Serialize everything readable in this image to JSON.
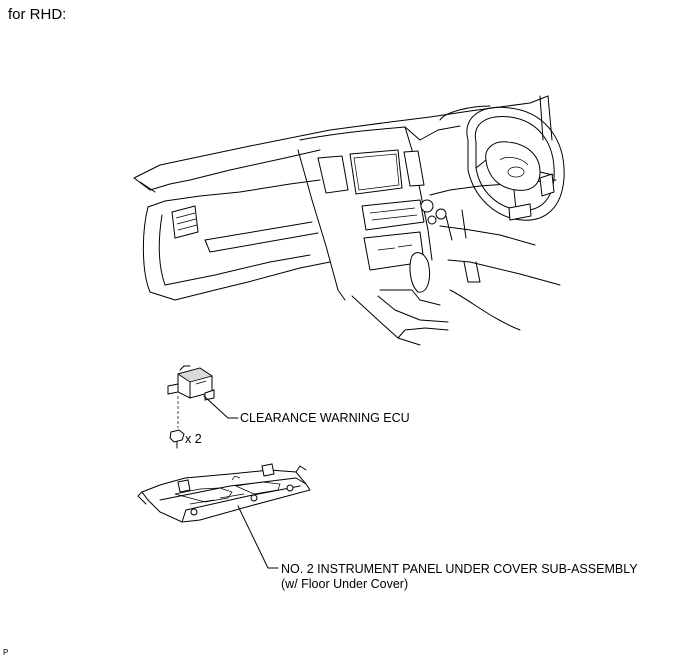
{
  "header": {
    "text": "for RHD:"
  },
  "callouts": {
    "ecu_label": "CLEARANCE WARNING ECU",
    "bolt_qty": "x 2",
    "cover_label_line1": "NO. 2 INSTRUMENT PANEL UNDER COVER SUB-ASSEMBLY",
    "cover_label_line2": "(w/ Floor Under Cover)"
  },
  "figure_code": "P"
}
